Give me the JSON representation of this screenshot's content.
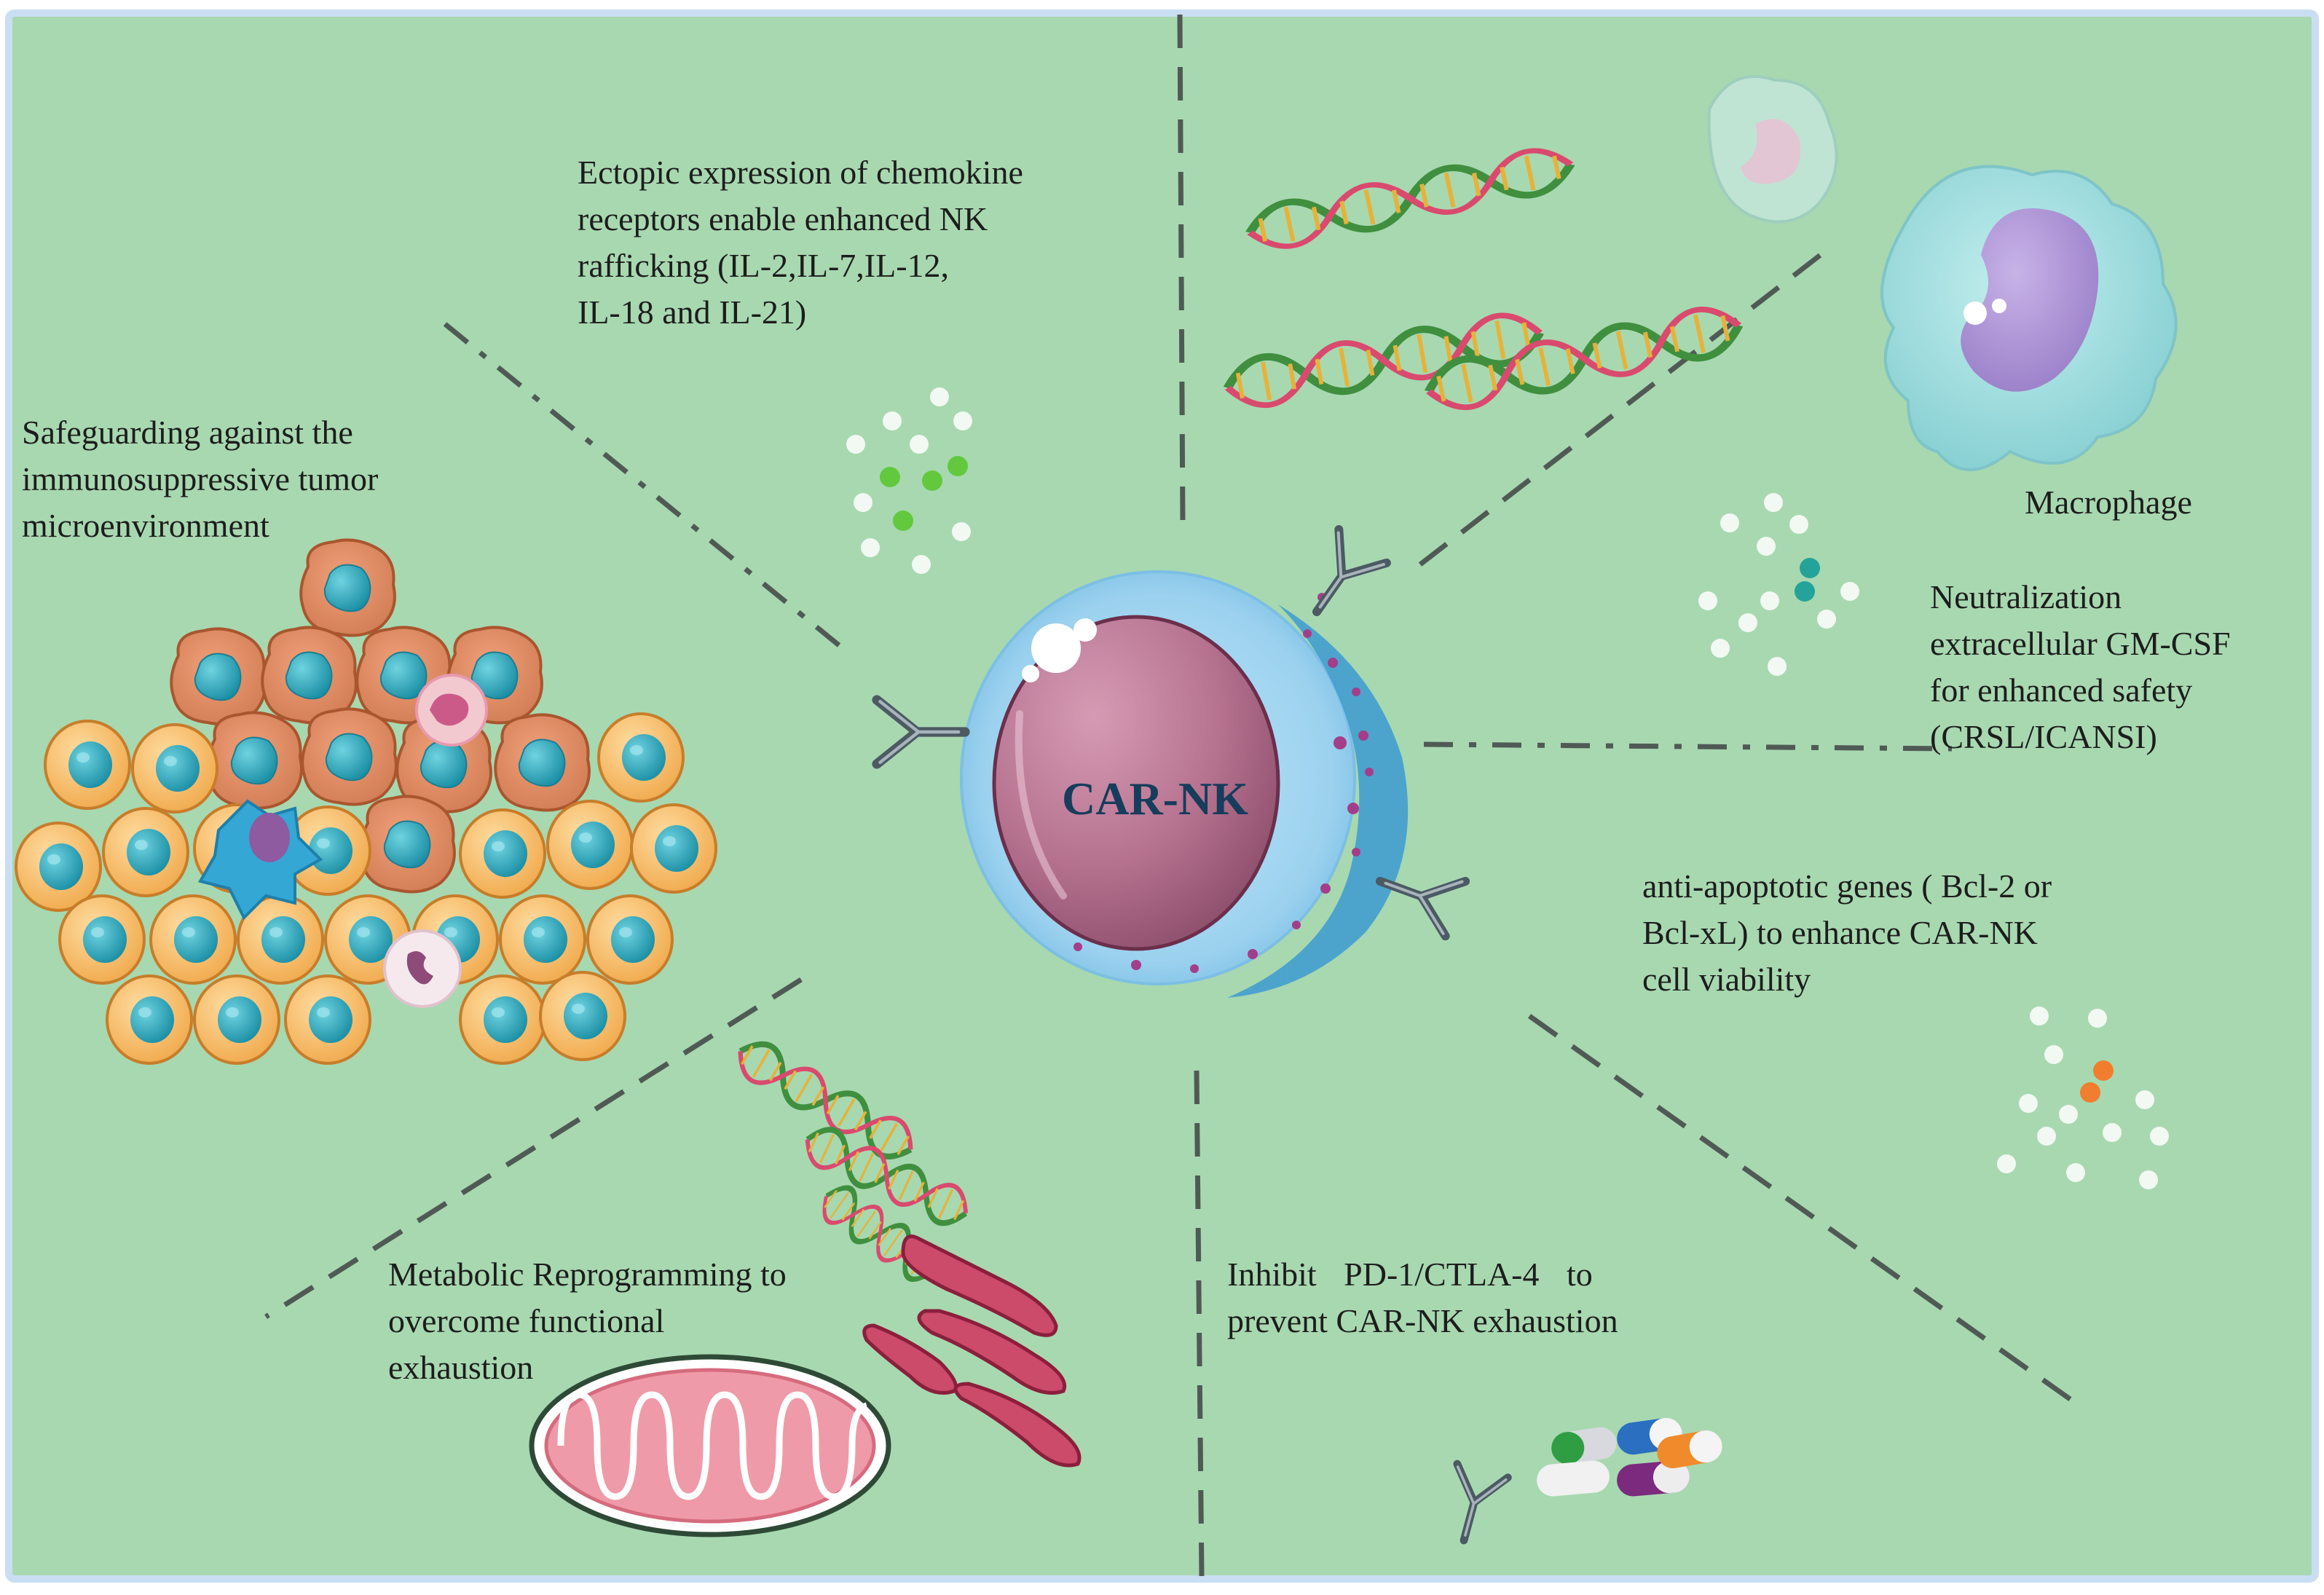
{
  "colors": {
    "background": "#a8d8b0",
    "border": "#c9def2",
    "divider": "#505a55",
    "car_nk_nucleus": "#b5728f",
    "car_nk_membrane": "#6bb6dc",
    "tumor_cell": "#f5ba62",
    "tumor_nucleus": "#2aa0b4",
    "macrophage": "#98d8da",
    "macrophage_nucleus": "#a98fd0",
    "mitochondrion": "#ef9aa8",
    "cytokine_green": "#62c93e",
    "cytokine_teal": "#23a39a",
    "cytokine_orange": "#f07e2e"
  },
  "labels": {
    "center": "CAR-NK",
    "chemokine": [
      "Ectopic expression of chemokine",
      "receptors  enable enhanced NK",
      "rafficking (IL-2,IL-7,IL-12,",
      "IL-18 and IL-21)"
    ],
    "safeguard": [
      "Safeguarding against the",
      "immunosuppressive  tumor",
      "microenvironment"
    ],
    "macrophage": "Macrophage",
    "neutralization": [
      "Neutralization",
      "extracellular  GM-CSF",
      "for enhanced safety",
      "(CRSL/ICANSI)"
    ],
    "antiapoptotic": [
      "anti-apoptotic genes ( Bcl-2 or",
      "Bcl-xL) to enhance CAR-NK",
      "cell viability"
    ],
    "metabolic": [
      "Metabolic Reprogramming to",
      "overcome functional",
      "exhaustion"
    ],
    "inhibit": [
      "Inhibit  PD-1/CTLA-4  to",
      "prevent CAR-NK exhaustion"
    ]
  },
  "icons": [
    "car-nk-cell",
    "tumor-cell-cluster",
    "macrophage",
    "dna-helix",
    "cytokine-dots",
    "antibody-icon",
    "mitochondrion-icon",
    "endoplasmic-reticulum-icon",
    "drug-capsule-icon"
  ]
}
